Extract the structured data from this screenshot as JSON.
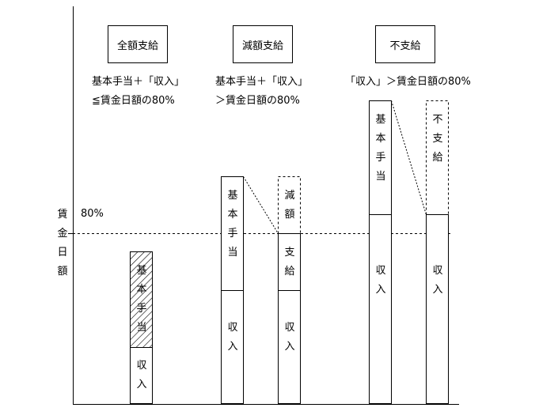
{
  "categories": [
    {
      "title": "全額支給",
      "condition_line1": "基本手当＋「収入」",
      "condition_line2": "≦賃金日額の80%"
    },
    {
      "title": "減額支給",
      "condition_line1": "基本手当＋「収入」",
      "condition_line2": "＞賃金日額の80%"
    },
    {
      "title": "不支給",
      "condition_line1": "「収入」＞賃金日額の80%"
    }
  ],
  "axis": {
    "wage_label": "賃金日額",
    "threshold_label": "80%"
  },
  "bars": {
    "full_benefit": {
      "benefit": "基本手当",
      "income": "収入"
    },
    "reduced_left": {
      "benefit": "基本手当",
      "income": "収入"
    },
    "reduced_right": {
      "reduced": "減額",
      "paid": "支給",
      "income": "収入"
    },
    "none_left": {
      "benefit": "基本手当",
      "income": "収入"
    },
    "none_right": {
      "not_paid": "不支給",
      "income": "収入"
    }
  }
}
